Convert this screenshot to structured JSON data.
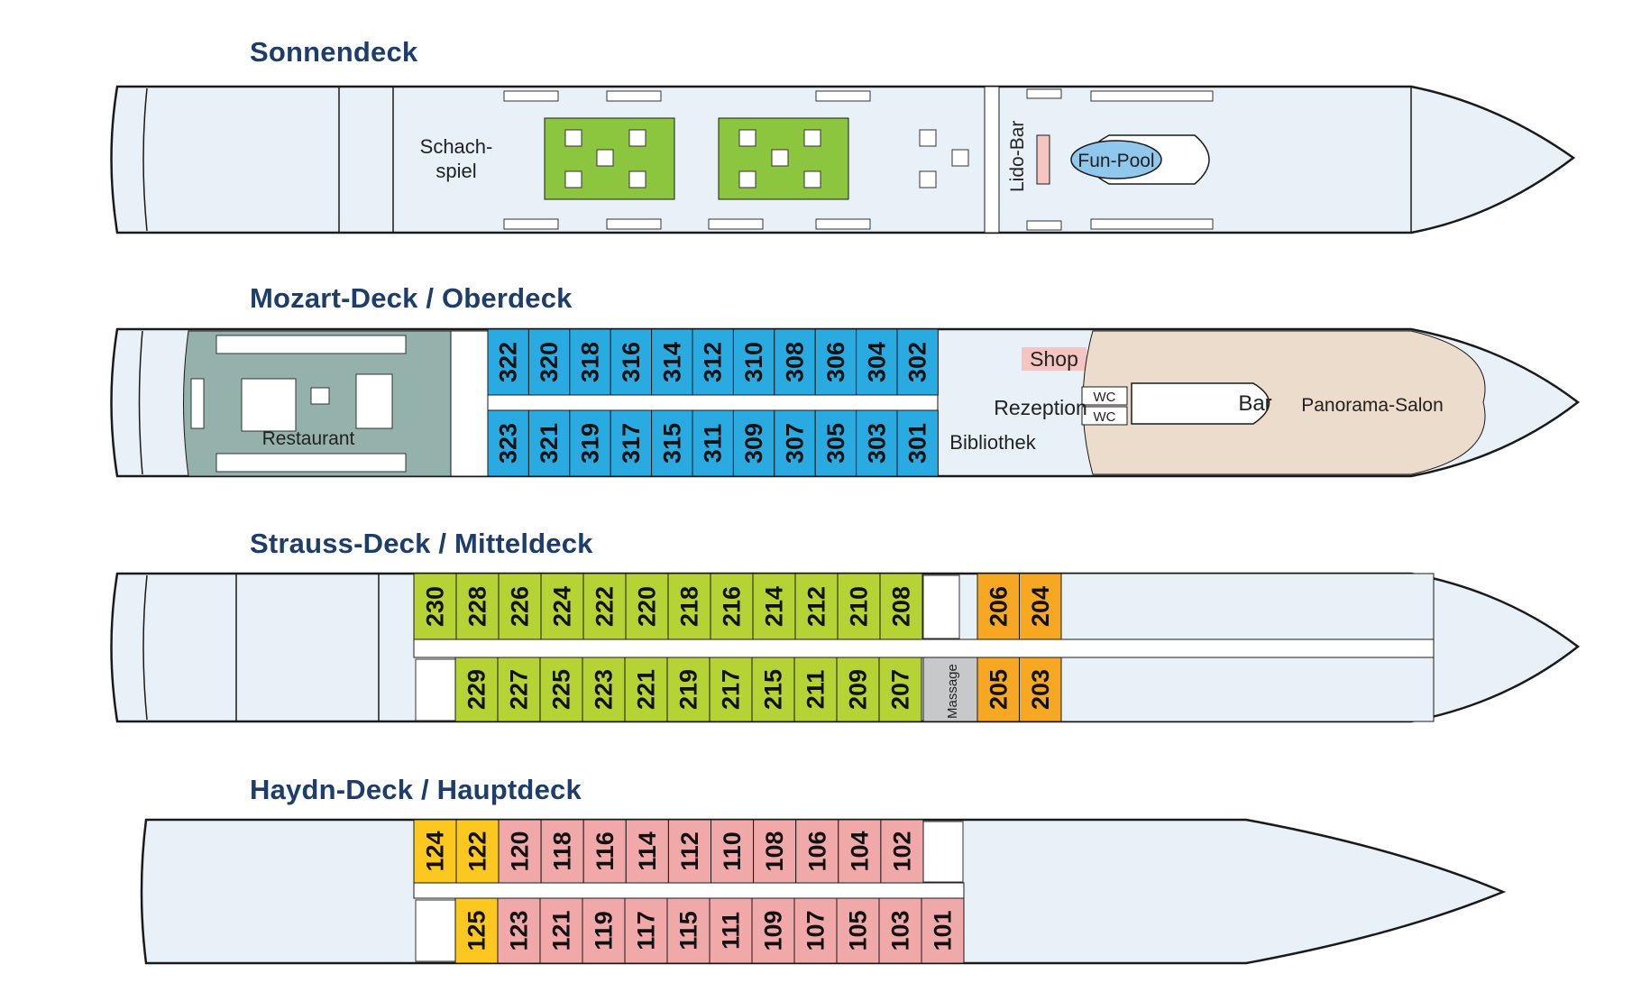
{
  "decks": [
    {
      "title": "Sonnendeck",
      "labels": {
        "chess": [
          "Schach-",
          "spiel"
        ],
        "bar": "Lido-Bar",
        "pool": "Fun-Pool"
      }
    },
    {
      "title": "Mozart-Deck / Oberdeck",
      "cabins_top": [
        "322",
        "320",
        "318",
        "316",
        "314",
        "312",
        "310",
        "308",
        "306",
        "304",
        "302"
      ],
      "cabins_bottom": [
        "323",
        "321",
        "319",
        "317",
        "315",
        "311",
        "309",
        "307",
        "305",
        "303",
        "301"
      ],
      "labels": {
        "restaurant": "Restaurant",
        "shop": "Shop",
        "reception": "Rezeption",
        "library": "Bibliothek",
        "wc": "WC",
        "bar": "Bar",
        "salon": "Panorama-Salon"
      }
    },
    {
      "title": "Strauss-Deck / Mitteldeck",
      "cabins_top_green": [
        "230",
        "228",
        "226",
        "224",
        "222",
        "220",
        "218",
        "216",
        "214",
        "212",
        "210",
        "208"
      ],
      "cabins_top_orange": [
        "206",
        "204"
      ],
      "cabins_bottom_green": [
        "229",
        "227",
        "225",
        "223",
        "221",
        "219",
        "217",
        "215",
        "211",
        "209",
        "207"
      ],
      "cabins_bottom_orange": [
        "205",
        "203"
      ],
      "labels": {
        "massage": "Massage"
      }
    },
    {
      "title": "Haydn-Deck / Hauptdeck",
      "cabins_top_yellow": [
        "124",
        "122"
      ],
      "cabins_top_pink": [
        "120",
        "118",
        "116",
        "114",
        "112",
        "110",
        "108",
        "106",
        "104",
        "102"
      ],
      "cabins_bottom_yellow": [
        "125"
      ],
      "cabins_bottom_pink": [
        "123",
        "121",
        "119",
        "117",
        "115",
        "111",
        "109",
        "107",
        "105",
        "103",
        "101"
      ]
    }
  ],
  "colors": {
    "hull": "#e8f1f8",
    "outline": "#1a1a1a",
    "green_area": "#8cc63f",
    "blue_cabin": "#29abe2",
    "lime_cabin": "#b5d334",
    "orange_cabin": "#f7a823",
    "yellow_cabin": "#fcc71e",
    "pink_cabin": "#f0a8a8",
    "restaurant": "#95b1ab",
    "salon": "#ecdccb",
    "massage": "#c7c8ca",
    "pool": "#8fc8ec",
    "shop": "#f4c5c1",
    "title": "#1d3d6b"
  }
}
